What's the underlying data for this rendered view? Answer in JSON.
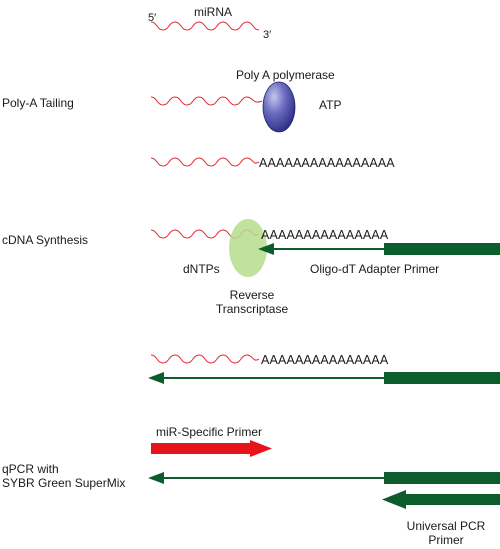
{
  "labels": {
    "mirna": "miRNA",
    "five_prime": "5′",
    "three_prime": "3′",
    "poly_a_tailing": "Poly-A Tailing",
    "poly_a_polymerase": "Poly A polymerase",
    "atp": "ATP",
    "poly_a_tail": "AAAAAAAAAAAAAAAA",
    "poly_a_tail_short": "AAAAAAAAAAAAAAA",
    "cdna_synthesis": "cDNA Synthesis",
    "dntps": "dNTPs",
    "reverse_transcriptase_line1": "Reverse",
    "reverse_transcriptase_line2": "Transcriptase",
    "oligo_dt_primer": "Oligo-dT Adapter Primer",
    "mir_specific_primer": "miR-Specific Primer",
    "qpcr_line1": "qPCR with",
    "qpcr_line2": "SYBR Green SuperMix",
    "universal_pcr_primer_line1": "Universal PCR",
    "universal_pcr_primer_line2": "Primer"
  },
  "colors": {
    "rna_strand": "#e0202a",
    "cdna_strand": "#0c5c2c",
    "mir_primer": "#e8141c",
    "polymerase_fill": "#3c3c94",
    "polymerase_highlight": "#b4b6e6",
    "reverse_transcriptase": "#b6dd8e",
    "text": "#1a1a1a"
  }
}
